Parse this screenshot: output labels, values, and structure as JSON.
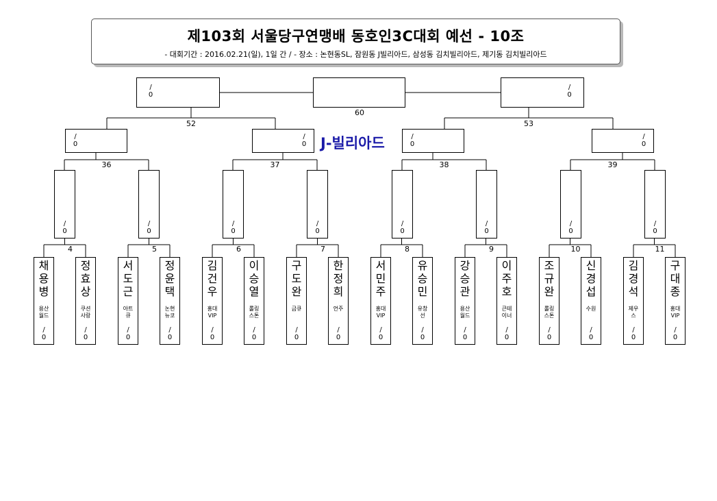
{
  "header": {
    "title": "제103회 서울당구연맹배 동호인3C대회 예선 - 10조",
    "subtitle": "- 대회기간 : 2016.02.21(일), 1일 간 / - 장소 : 논현동SL, 잠원동 J빌리아드, 삼성동 김치빌리아드, 제기동 김치빌리아드"
  },
  "venue_label": "J-빌리아드",
  "final": {
    "match_no": "60",
    "left_score": "/\n0",
    "right_score": "/\n0"
  },
  "semis": [
    {
      "match_no": "52",
      "left_score": "/\n0",
      "right_score": "/\n0"
    },
    {
      "match_no": "53",
      "left_score": "/\n0",
      "right_score": "/\n0"
    }
  ],
  "quarters": [
    {
      "match_no": "36",
      "left_score": "/\n0",
      "right_score": "/\n0"
    },
    {
      "match_no": "37",
      "left_score": "/\n0",
      "right_score": "/\n0"
    },
    {
      "match_no": "38",
      "left_score": "/\n0",
      "right_score": "/\n0"
    },
    {
      "match_no": "39",
      "left_score": "/\n0",
      "right_score": "/\n0"
    }
  ],
  "round2_scores": [
    "/\n0",
    "/\n0",
    "/\n0",
    "/\n0",
    "/\n0",
    "/\n0",
    "/\n0",
    "/\n0"
  ],
  "round1_matches": [
    "4",
    "5",
    "6",
    "7",
    "8",
    "9",
    "10",
    "11"
  ],
  "players": [
    {
      "name": "채\n용\n병",
      "club": "용산\n월드",
      "score": "/\n0"
    },
    {
      "name": "정\n효\n상",
      "club": "쿠션\n사랑",
      "score": "/\n0"
    },
    {
      "name": "서\n도\n근",
      "club": "아트\n큐",
      "score": "/\n0"
    },
    {
      "name": "정\n윤\n택",
      "club": "논현\n뉴코",
      "score": "/\n0"
    },
    {
      "name": "김\n건\n우",
      "club": "홍대\nVIP",
      "score": "/\n0"
    },
    {
      "name": "이\n승\n열",
      "club": "롤링\n스톤",
      "score": "/\n0"
    },
    {
      "name": "구\n도\n완",
      "club": "금큐",
      "score": "/\n0"
    },
    {
      "name": "한\n정\n희",
      "club": "언주",
      "score": "/\n0"
    },
    {
      "name": "서\n민\n주",
      "club": "홍대\nVIP",
      "score": "/\n0"
    },
    {
      "name": "유\n승\n민",
      "club": "유창\n선",
      "score": "/\n0"
    },
    {
      "name": "강\n승\n관",
      "club": "용산\n월드",
      "score": "/\n0"
    },
    {
      "name": "이\n주\n호",
      "club": "큰테\n이너",
      "score": "/\n0"
    },
    {
      "name": "조\n규\n완",
      "club": "롤링\n스톤",
      "score": "/\n0"
    },
    {
      "name": "신\n경\n섭",
      "club": "수원",
      "score": "/\n0"
    },
    {
      "name": "김\n경\n석",
      "club": "제우\n스",
      "score": "/\n0"
    },
    {
      "name": "구\n대\n종",
      "club": "홍대\nVIP",
      "score": "/\n0"
    }
  ]
}
